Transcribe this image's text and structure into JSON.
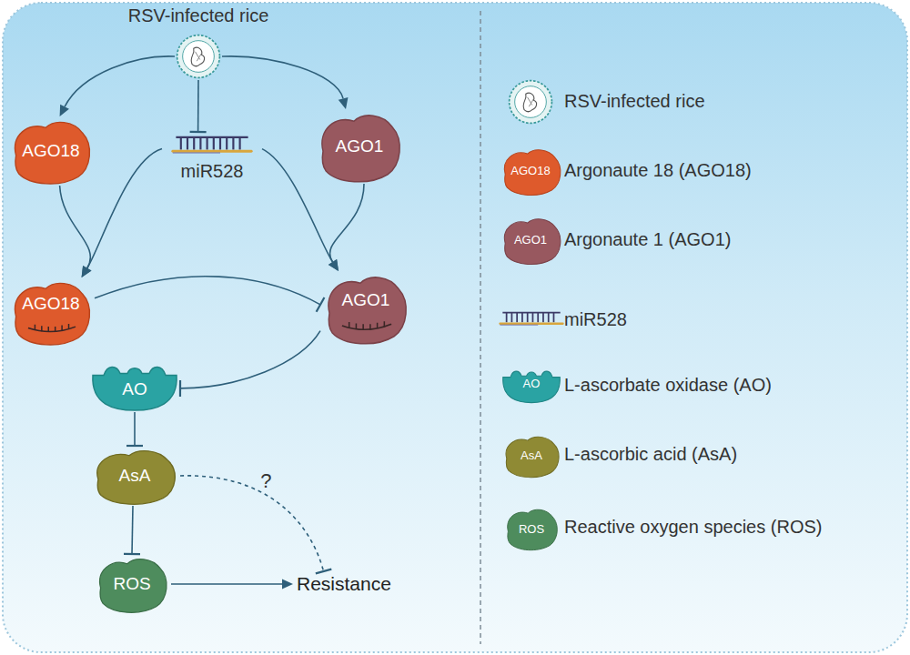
{
  "diagram": {
    "nodes": [
      {
        "text": [
          "RSV-infected rice"
        ]
      },
      {
        "text": [
          "AGO18"
        ]
      },
      {
        "text": [
          "miR528"
        ]
      },
      {
        "text": [
          "AGO1"
        ]
      },
      {
        "text": [
          "AGO18"
        ]
      },
      {
        "text": [
          "AGO1"
        ]
      },
      {
        "text": [
          "AO"
        ]
      },
      {
        "text": [
          "AsA"
        ]
      },
      {
        "text": [
          "ROS"
        ]
      },
      {
        "text": [
          "Resistance"
        ]
      }
    ],
    "edges": [
      {
        "from": 0,
        "to": 1,
        "arrow": "to"
      },
      {
        "from": 0,
        "to": 3,
        "arrow": "to"
      },
      {
        "from": 0,
        "to": 2,
        "arrow": "to"
      },
      {
        "from": 1,
        "to": 4,
        "arrow": "to"
      },
      {
        "from": 2,
        "to": 4,
        "arrow": "to"
      },
      {
        "from": 3,
        "to": 5,
        "arrow": "to"
      },
      {
        "from": 2,
        "to": 5,
        "arrow": "to"
      },
      {
        "from": 4,
        "to": 5,
        "arrow": "to"
      },
      {
        "from": 5,
        "to": 6,
        "arrow": "to"
      },
      {
        "from": 6,
        "to": 7,
        "arrow": "to"
      },
      {
        "from": 7,
        "to": 8,
        "arrow": "to"
      },
      {
        "from": 8,
        "to": 9,
        "arrow": "to"
      },
      {
        "from": 7,
        "to": 9,
        "arrow": "to",
        "label": "?"
      }
    ],
    "labels": [
      "AGO18",
      "AGO1",
      "AO",
      "AsA",
      "ROS"
    ],
    "legend": [
      {
        "text": "RSV-infected rice"
      },
      {
        "text": "Argonaute 18 (AGO18)"
      },
      {
        "text": "Argonaute 1 (AGO1)"
      },
      {
        "text": "miR528"
      },
      {
        "text": "L-ascorbate oxidase (AO)"
      },
      {
        "text": "L-ascorbic acid (AsA)"
      },
      {
        "text": "Reactive oxygen species (ROS)"
      }
    ]
  }
}
